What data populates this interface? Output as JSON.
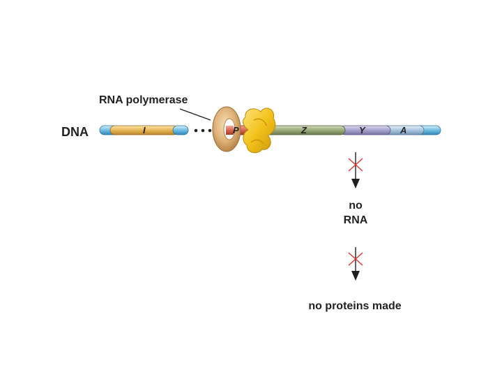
{
  "labels": {
    "dna": "DNA",
    "polymerase": "RNA polymerase",
    "no_rna_line1": "no",
    "no_rna_line2": "RNA",
    "no_proteins": "no proteins made"
  },
  "genes": {
    "i": "I",
    "p": "P",
    "z": "Z",
    "y": "Y",
    "a": "A"
  },
  "colors": {
    "dna_blue": "#7cc3e6",
    "gene_i": "#e8b655",
    "promoter": "#d8644e",
    "gene_z": "#9aaa78",
    "gene_y": "#a6a2cc",
    "gene_a": "#a9c6e0",
    "polymerase": "#d9ae74",
    "repressor": "#f2c21b",
    "blocked_x": "#e03232"
  }
}
